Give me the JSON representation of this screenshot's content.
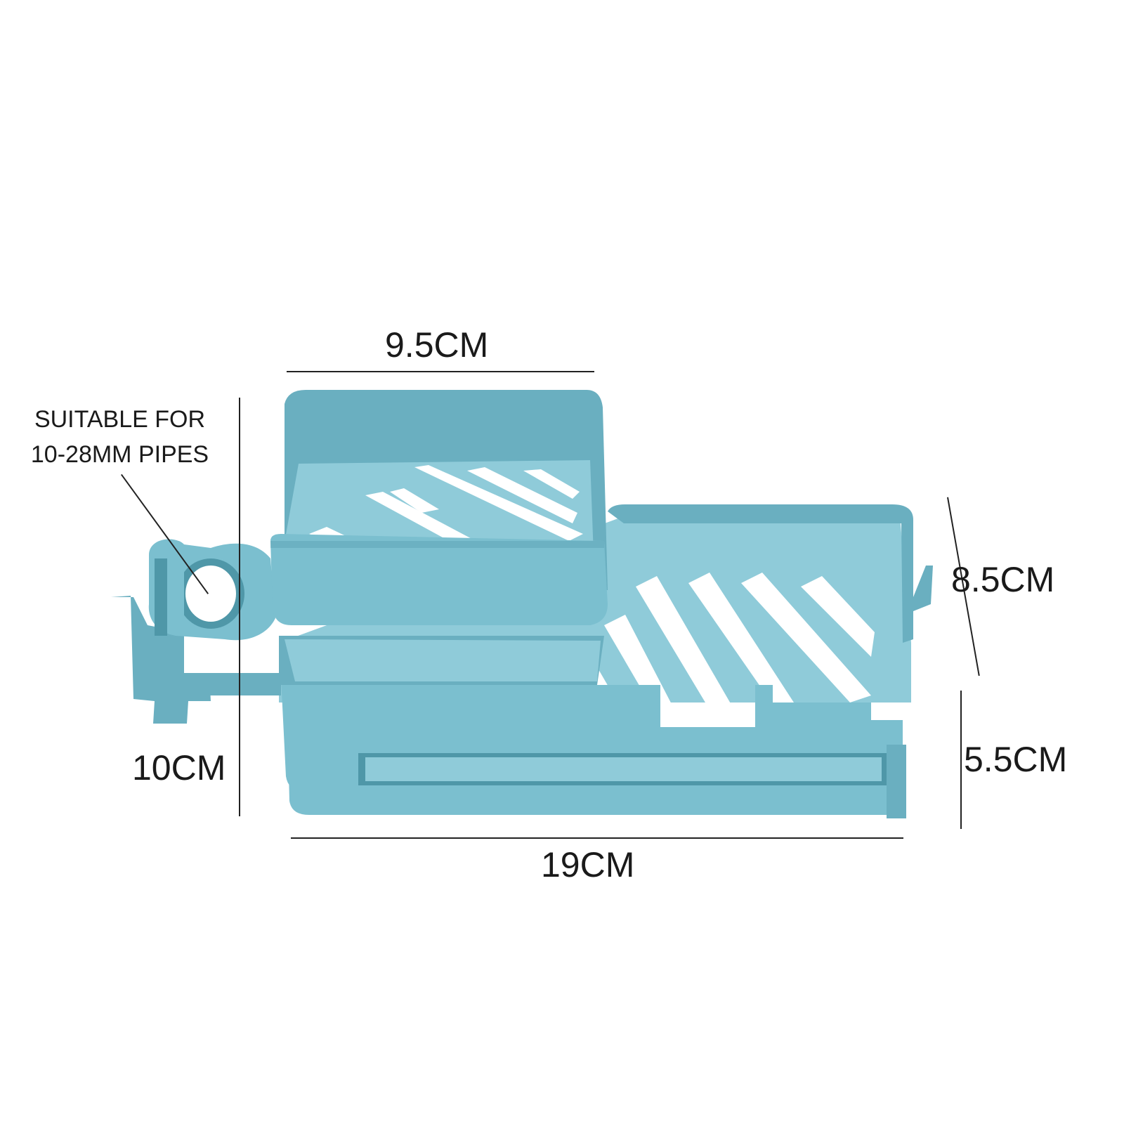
{
  "colors": {
    "product": "#7bbfcf",
    "product_light": "#8fcbd9",
    "product_mid": "#6aafc0",
    "product_dark": "#4f97a8",
    "line": "#222222",
    "text": "#1a1a1a"
  },
  "note": {
    "line1": "SUITABLE FOR",
    "line2": "10-28MM PIPES"
  },
  "dimensions": {
    "top_width": "9.5CM",
    "depth": "8.5CM",
    "height": "10CM",
    "lower_height": "5.5CM",
    "length": "19CM"
  }
}
